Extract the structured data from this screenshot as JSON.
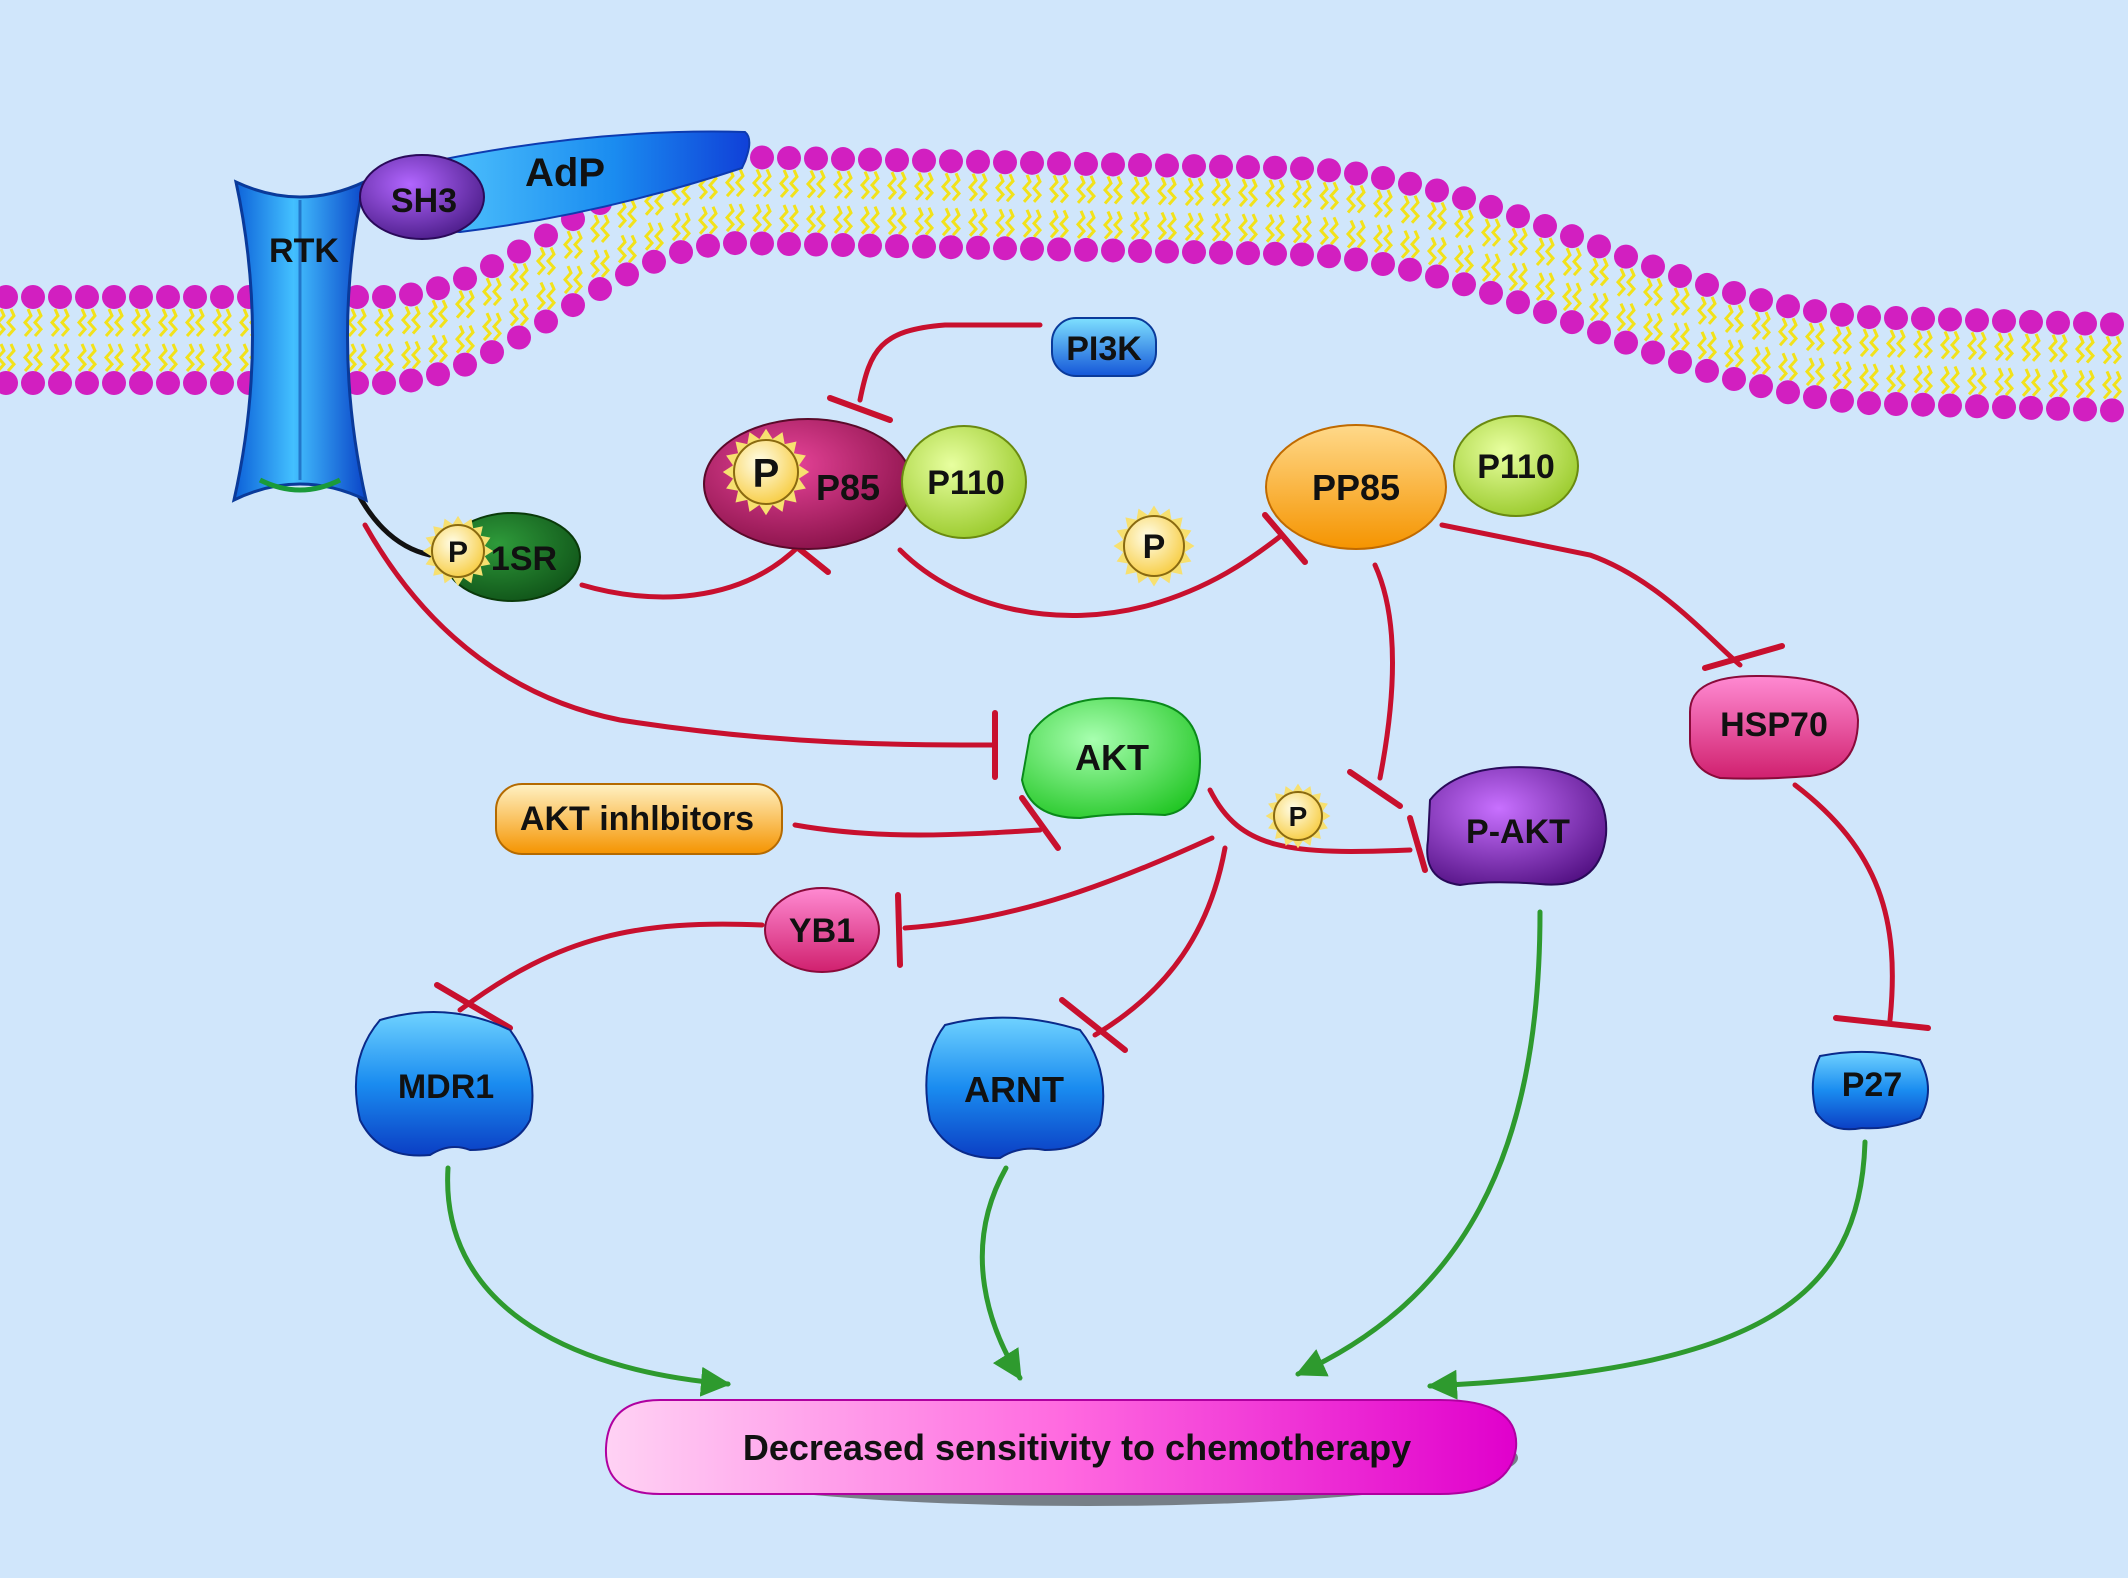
{
  "nodes": {
    "rtk": "RTK",
    "sh3": "SH3",
    "adp": "AdP",
    "pi3k": "PI3K",
    "p85": "P85",
    "p110_left": "P110",
    "pp85": "PP85",
    "p110_right": "P110",
    "irs": "1SR",
    "akt": "AKT",
    "akt_inhibitors": "AKT inhlbitors",
    "p_akt": "P-AKT",
    "hsp70": "HSP70",
    "yb1": "YB1",
    "mdr1": "MDR1",
    "arnt": "ARNT",
    "p27": "P27",
    "outcome": "Decreased sensitivity to chemotherapy"
  },
  "phospho_label": "P",
  "colors": {
    "background": "#d0e6fb",
    "inhibition_line": "#c8102e",
    "activation_line": "#2e9a2e",
    "lipid_head": "#d21fc0",
    "lipid_tail": "#f2e21a"
  }
}
